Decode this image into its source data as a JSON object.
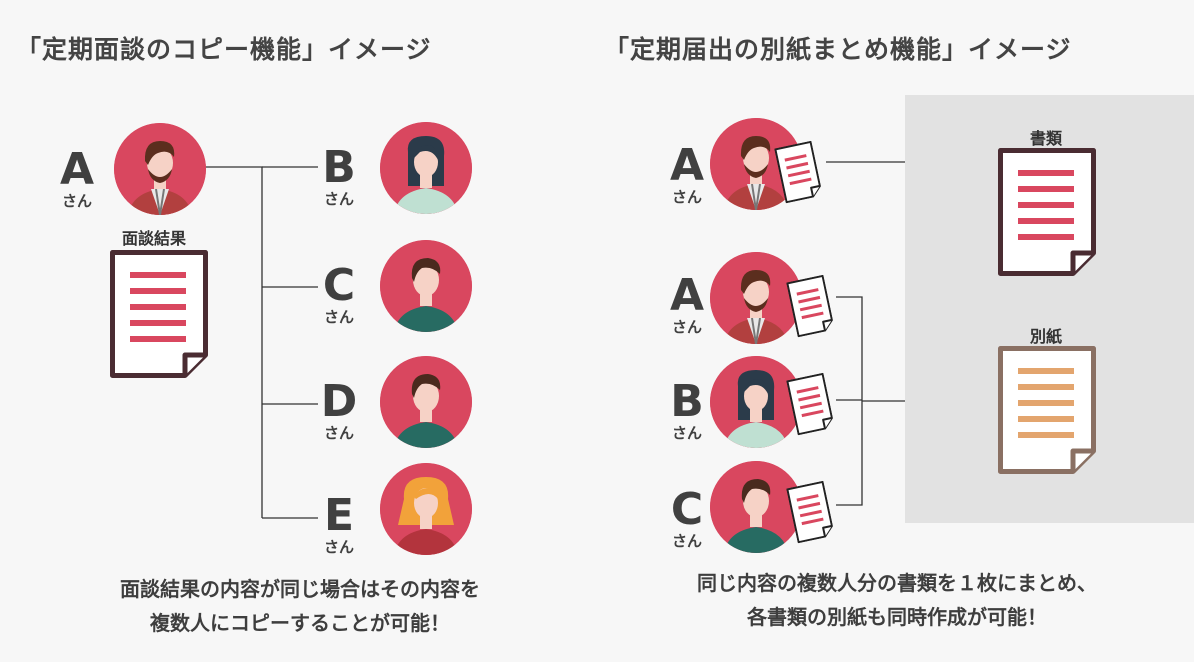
{
  "left": {
    "title": "「定期面談のコピー機能」イメージ",
    "source_person": {
      "letter": "A",
      "suffix": "さん",
      "look": "man-short-hair"
    },
    "result_doc_label": "面談結果",
    "targets": [
      {
        "letter": "B",
        "suffix": "さん",
        "look": "woman-long-hair"
      },
      {
        "letter": "C",
        "suffix": "さん",
        "look": "man-green-shirt"
      },
      {
        "letter": "D",
        "suffix": "さん",
        "look": "man-green-shirt"
      },
      {
        "letter": "E",
        "suffix": "さん",
        "look": "woman-orange-hair"
      }
    ],
    "caption_line1": "面談結果の内容が同じ場合はその内容を",
    "caption_line2": "複数人にコピーすることが可能！"
  },
  "right": {
    "title": "「定期届出の別紙まとめ機能」イメージ",
    "top_person": {
      "letter": "A",
      "suffix": "さん",
      "look": "man-short-hair"
    },
    "group": [
      {
        "letter": "A",
        "suffix": "さん",
        "look": "man-short-hair"
      },
      {
        "letter": "B",
        "suffix": "さん",
        "look": "woman-long-hair"
      },
      {
        "letter": "C",
        "suffix": "さん",
        "look": "man-green-shirt"
      }
    ],
    "doc_main_label": "書類",
    "doc_attach_label": "別紙",
    "caption_line1": "同じ内容の複数人分の書類を１枚にまとめ、",
    "caption_line2": "各書類の別紙も同時作成が可能！"
  },
  "colors": {
    "avatar_bg": "#d9475f",
    "doc_line_red": "#d9475f",
    "doc_line_orange": "#e3a56e",
    "doc_border_dark": "#4a2c32",
    "doc_border_brown": "#8a7063",
    "panel_bg": "#e2e2e2"
  }
}
